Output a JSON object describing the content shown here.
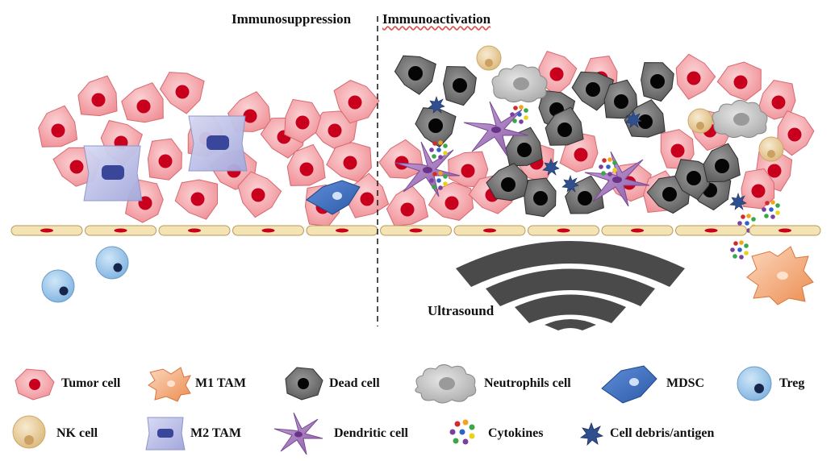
{
  "headers": {
    "left": "Immunosuppression",
    "right": "Immunoactivation"
  },
  "ultrasound_label": "Ultrasound",
  "legend": {
    "tumor_cell": "Tumor cell",
    "m1_tam": "M1 TAM",
    "dead_cell": "Dead cell",
    "neutrophils_cell": "Neutrophils cell",
    "mdsc": "MDSC",
    "treg": "Treg",
    "nk_cell": "NK cell",
    "m2_tam": "M2 TAM",
    "dendritic_cell": "Dendritic cell",
    "cytokines": "Cytokines",
    "cell_debris": "Cell debris/antigen"
  },
  "colors": {
    "tumor_fill": "#f5a3a8",
    "tumor_nucleus": "#c8001e",
    "dead_fill": "#6e6e6e",
    "m2_fill": "#b9bde6",
    "m1_fill": "#f3a36f",
    "treg_fill": "#9cc8ec",
    "nk_fill": "#e9cfa0",
    "mdsc_fill": "#3c6fc4",
    "dendritic_fill": "#9b6bb3",
    "debris_fill": "#2f4f8f",
    "endothelial_fill": "#f4e3b5"
  }
}
